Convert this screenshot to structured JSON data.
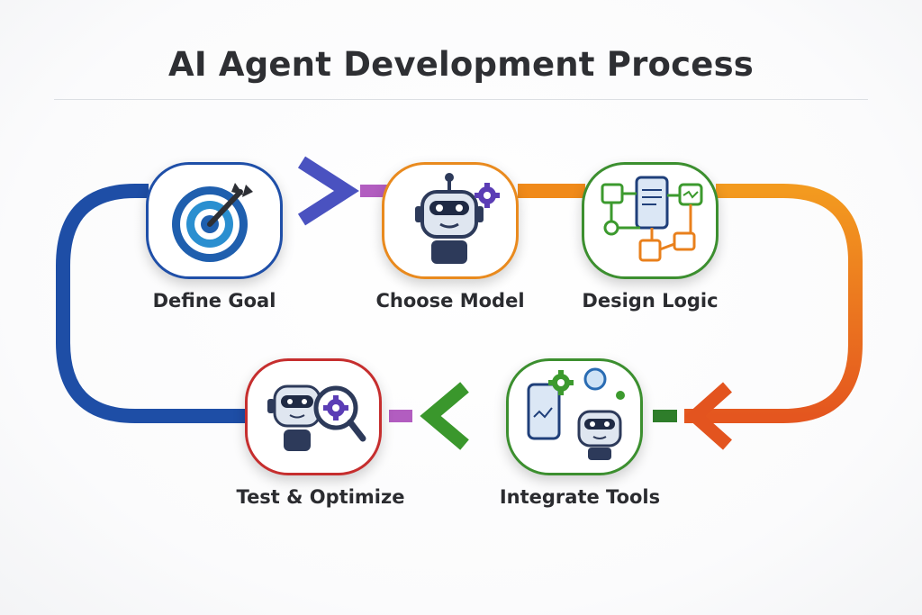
{
  "title": "AI Agent Development Process",
  "steps": [
    {
      "label": "Define Goal",
      "icon": "target-icon"
    },
    {
      "label": "Choose Model",
      "icon": "robot-gear-icon"
    },
    {
      "label": "Design Logic",
      "icon": "flowchart-icon"
    },
    {
      "label": "Integrate Tools",
      "icon": "tools-robot-icon"
    },
    {
      "label": "Test & Optimize",
      "icon": "robot-magnifier-icon"
    }
  ],
  "colors": {
    "blue": "#1f4fa8",
    "purple": "#8a4bbd",
    "orange": "#f28a1d",
    "red_orange": "#e2541f",
    "green": "#3c9a2e",
    "red": "#c62e2e"
  }
}
